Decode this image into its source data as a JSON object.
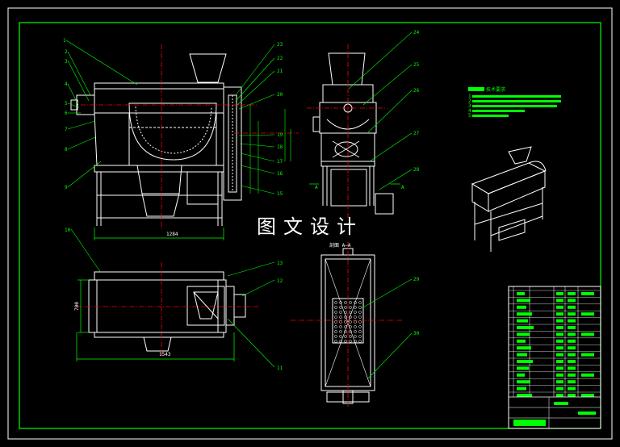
{
  "watermark": "图文设计",
  "section_title": "剖面 A—A",
  "section_marks": [
    "A",
    "A"
  ],
  "dims": {
    "front_width": "1284",
    "plan_length": "1543",
    "plan_depth": "700"
  },
  "part_numbers": {
    "front_left": [
      "1",
      "2",
      "3",
      "4",
      "5",
      "6",
      "7",
      "8",
      "9"
    ],
    "front_right": [
      "23",
      "22",
      "21",
      "20",
      "19",
      "18",
      "17",
      "16",
      "15"
    ],
    "side_right": [
      "24",
      "25",
      "26",
      "27",
      "28"
    ],
    "plan_left": [
      "10"
    ],
    "plan_right": [
      "13",
      "12",
      "11"
    ],
    "section_right": [
      "29",
      "30"
    ]
  },
  "notes_heading": "技术要求",
  "notes_lines": [
    "1.",
    "2.",
    "3.",
    "4.",
    "5."
  ],
  "colors": {
    "frame": "#00ff00",
    "line": "#ffffff",
    "center": "#ff0000",
    "leader": "#00ff00",
    "bg": "#000000"
  }
}
